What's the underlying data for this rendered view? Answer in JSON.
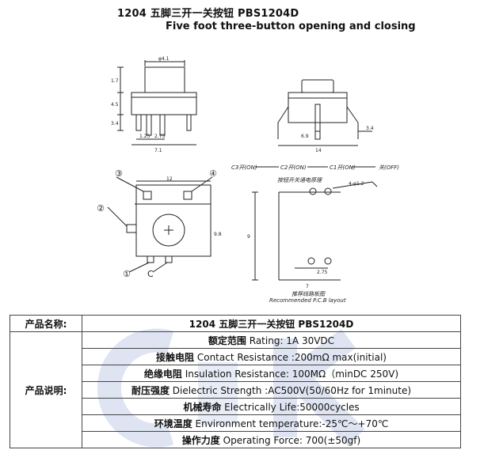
{
  "header": {
    "title": "1204 五脚三开一关按钮 PBS1204D",
    "subtitle": "Five foot three-button opening and closing"
  },
  "drawing": {
    "dim_top_width": "φ4.1",
    "dim_left_1": "1.7",
    "dim_left_2": "4.5",
    "dim_left_3": "3.4",
    "dim_bottom_1": "1.25",
    "dim_bottom_2": "2.75",
    "dim_bottom_3": "7.1",
    "dim_side_bottom": "6.9",
    "dim_side_right": "3.4",
    "dim_side_total": "14",
    "switch_sequence": [
      "C3开(ON)",
      "C2开(ON)",
      "C1开(ON)",
      "关(OFF)"
    ],
    "diagram_caption": "按钮开关通电原理",
    "pin_labels": [
      "③",
      "④",
      "②",
      "①",
      "C"
    ],
    "top_dim": "12",
    "right_dim": "9.8",
    "pcb_dim_hole": "4-φ1.2",
    "pcb_dim_side": "9",
    "pcb_dim_bottom": "7",
    "pcb_dim_small": "2.75",
    "pcb_caption_cn": "推荐线路板图",
    "pcb_caption_en": "Recommended P.C.B layout"
  },
  "table": {
    "product_name_label": "产品名称:",
    "product_name_value": "1204 五脚三开一关按钮 PBS1204D",
    "desc_label": "产品说明:",
    "rows": [
      {
        "cn": "额定范围",
        "en": " Rating:   1A 30VDC"
      },
      {
        "cn": "接触电阻",
        "en": " Contact Resistance :200mΩ max(initial)"
      },
      {
        "cn": "绝缘电阻",
        "en": " Insulation Resistance: 100MΩ（minDC 250V)"
      },
      {
        "cn": "耐压强度",
        "en": " Dielectric Strength :AC500V(50/60Hz for 1minute)"
      },
      {
        "cn": "机械寿命",
        "en": " Electrically Life:50000cycles"
      },
      {
        "cn": "环境温度",
        "en": " Environment temperature:-25℃～+70℃"
      },
      {
        "cn": "操作力度",
        "en": " Operating Force: 700(±50gf)"
      }
    ]
  },
  "colors": {
    "watermark": "#dfe4f2",
    "line": "#222222"
  }
}
